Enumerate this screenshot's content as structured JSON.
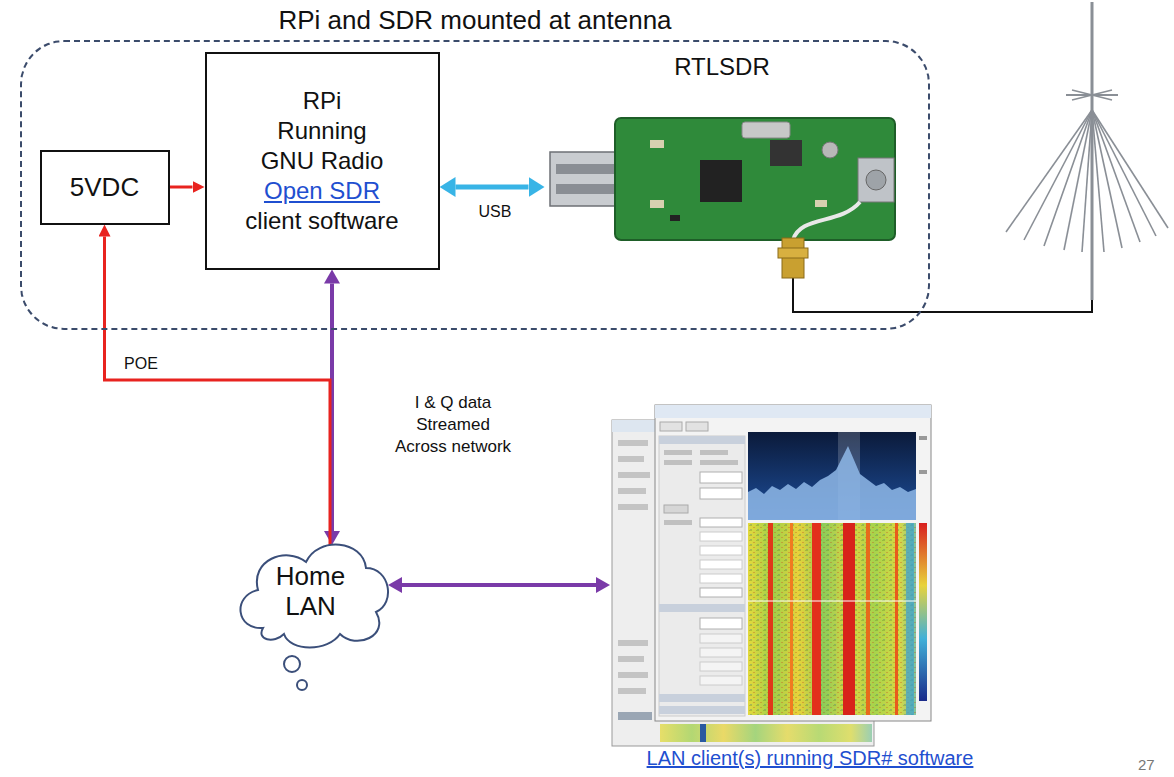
{
  "diagram": {
    "nodes": [
      {
        "text": [
          "RPi and SDR mounted at antenna"
        ]
      },
      {
        "text": [
          "5VDC"
        ],
        "in": 0
      },
      {
        "text": [
          "RPi Running GNU Radio",
          "Open SDR",
          "client software"
        ],
        "in": 0
      },
      {
        "text": [
          "RTLSDR"
        ],
        "in": 0
      },
      {
        "text": [
          "Home LAN"
        ]
      },
      {
        "text": [
          "LAN client(s) running SDR# software"
        ]
      }
    ],
    "edges": [
      {
        "from": 1,
        "to": 2,
        "arrow": "to"
      },
      {
        "from": 2,
        "to": 3,
        "label": "USB",
        "arrow": "both"
      },
      {
        "from": 2,
        "to": 4,
        "label": "I & Q data Streamed Across network",
        "arrow": "both"
      },
      {
        "from": 4,
        "to": 1,
        "label": "POE",
        "arrow": "to"
      },
      {
        "from": 4,
        "to": 5,
        "arrow": "both"
      }
    ],
    "labels": [
      "27"
    ]
  }
}
